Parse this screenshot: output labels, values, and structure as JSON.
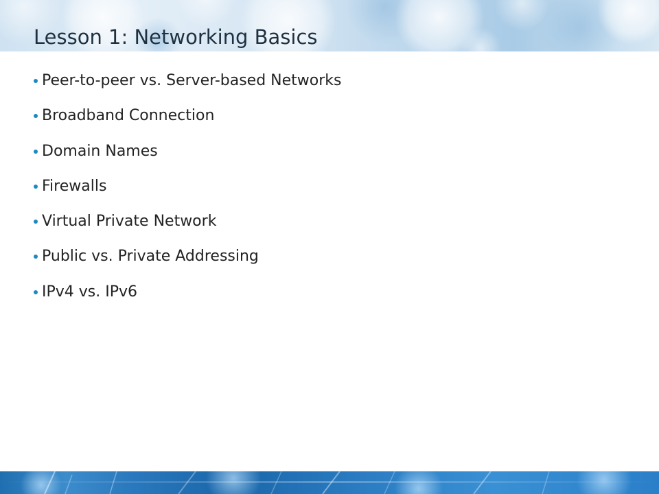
{
  "slide": {
    "title": "Lesson 1: Networking Basics",
    "bullets": [
      "Peer-to-peer vs. Server-based Networks",
      "Broadband Connection",
      "Domain Names",
      "Firewalls",
      "Virtual Private Network",
      "Public vs. Private Addressing",
      "IPv4 vs. IPv6"
    ]
  },
  "colors": {
    "bullet": "#1c88c4",
    "title_text": "#1f3140",
    "body_text": "#232323",
    "footer_blue": "#2a78bd"
  }
}
